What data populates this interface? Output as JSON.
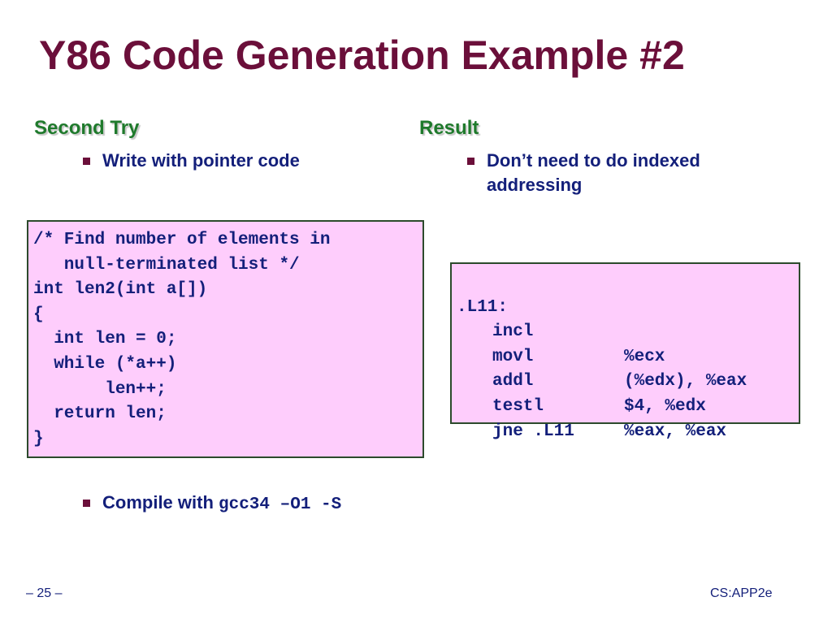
{
  "slide": {
    "title": "Y86 Code Generation Example #2"
  },
  "left": {
    "heading": "Second Try",
    "bullet1": "Write with pointer code",
    "code_lines": [
      "/* Find number of elements in",
      "   null-terminated list */",
      "int len2(int a[])",
      "{",
      "  int len = 0;",
      "  while (*a++)",
      "       len++;",
      "  return len;",
      "}"
    ],
    "bullet2_text": "Compile with ",
    "bullet2_code": "gcc34 –O1 -S"
  },
  "right": {
    "heading": "Result",
    "bullet1_line1": "Don’t need to do indexed",
    "bullet1_line2": "addressing",
    "asm": {
      "label": ".L11:",
      "rows": [
        {
          "op": "incl",
          "args": "%ecx"
        },
        {
          "op": "movl",
          "args": "(%edx), %eax"
        },
        {
          "op": "addl",
          "args": "$4, %edx"
        },
        {
          "op": "testl",
          "args": "%eax, %eax"
        },
        {
          "op": "jne .L11",
          "args": ""
        }
      ]
    }
  },
  "footer": {
    "page": "– 25 –",
    "course": "CS:APP2e"
  },
  "colors": {
    "title": "#6b0f3a",
    "heading": "#1f7a2c",
    "text": "#131f7a",
    "code_bg": "#fecdfc"
  }
}
